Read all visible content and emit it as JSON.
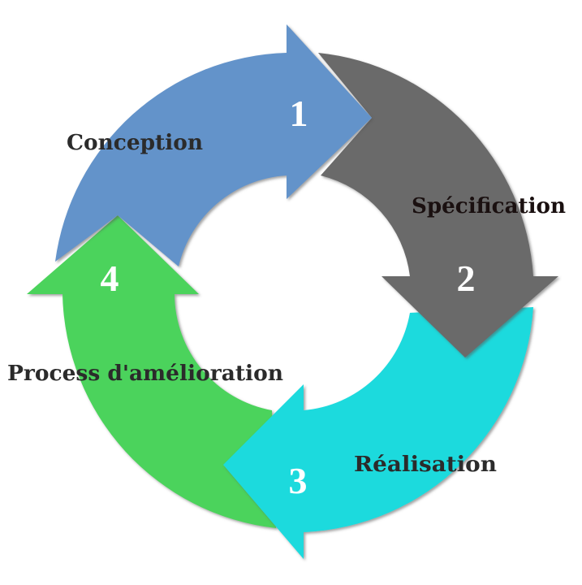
{
  "diagram": {
    "type": "cycle",
    "title": "",
    "steps": [
      {
        "number": "1",
        "label": "Conception",
        "color": "#6393ca"
      },
      {
        "number": "2",
        "label": "Spécification",
        "color": "#6a6a6a"
      },
      {
        "number": "3",
        "label": "Réalisation",
        "color": "#1adadd"
      },
      {
        "number": "4",
        "label": "Process d'amélioration",
        "color": "#4cd35c"
      }
    ],
    "text_color": "#2b2b2b",
    "number_color": "#ffffff"
  }
}
